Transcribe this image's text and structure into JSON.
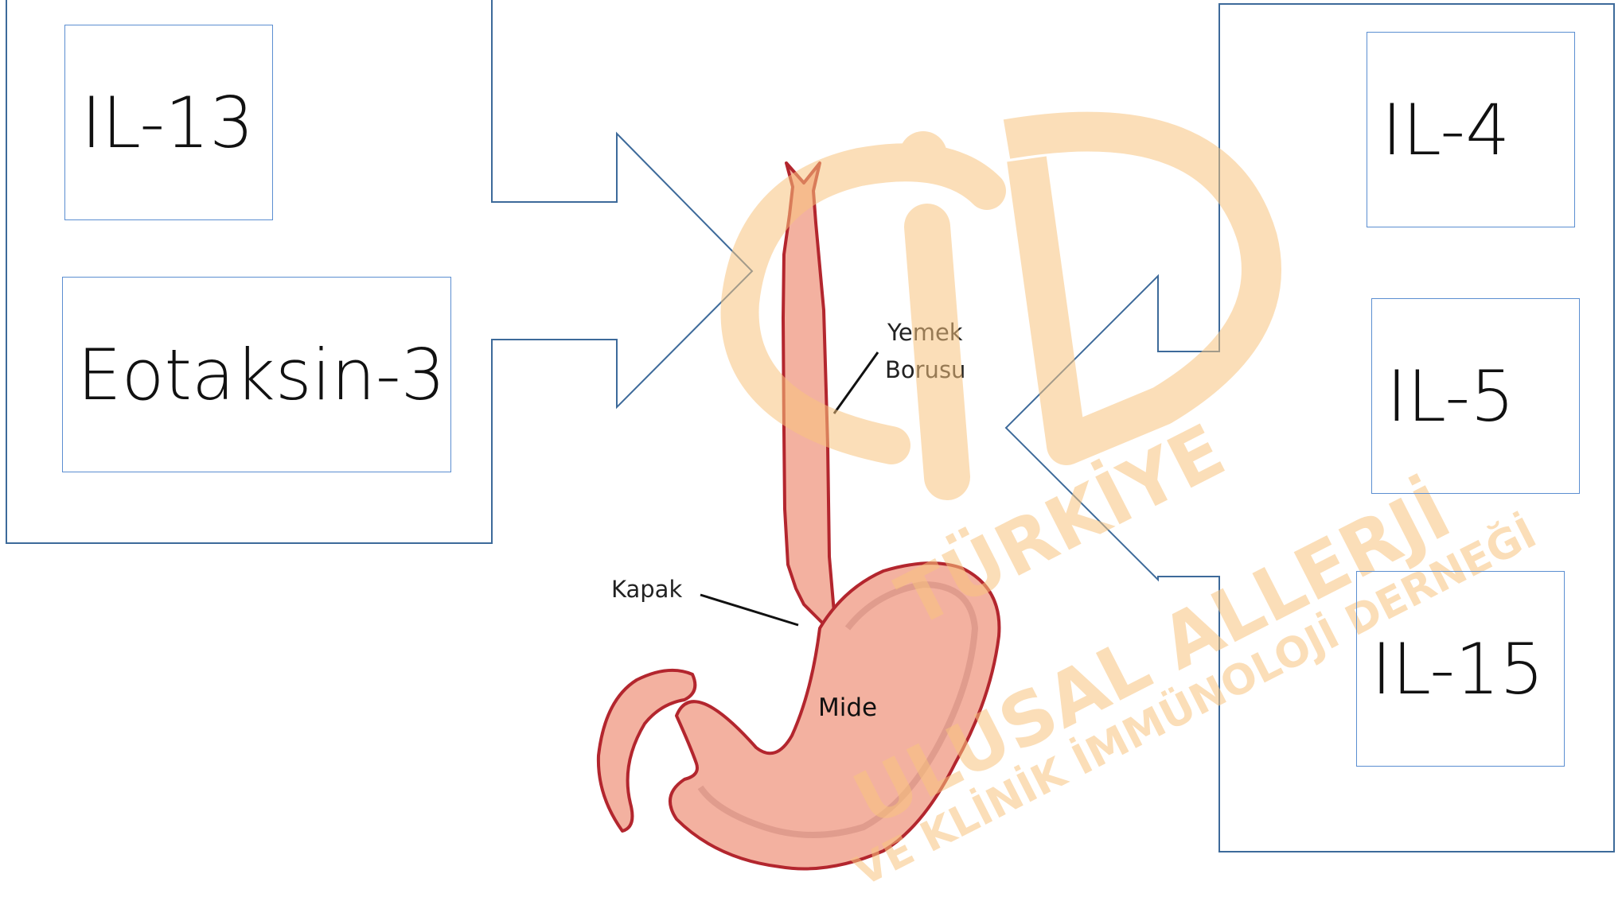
{
  "left_group": {
    "items": [
      {
        "label": "IL-13"
      },
      {
        "label": "Eotaksin-3"
      }
    ]
  },
  "right_group": {
    "items": [
      {
        "label": "IL-4"
      },
      {
        "label": "IL-5"
      },
      {
        "label": "IL-15"
      }
    ]
  },
  "anatomy": {
    "esophagus_label_line1": "Yemek",
    "esophagus_label_line2": "Borusu",
    "valve_label": "Kapak",
    "stomach_label": "Mide"
  },
  "watermark": {
    "logo_text": "AİD",
    "line1": "TÜRKİYE",
    "line2": "ULUSAL ALLERJİ",
    "line3": "VE KLİNİK İMMÜNOLOJİ DERNEĞİ"
  },
  "colors": {
    "box_border": "#5b8ed1",
    "arrow_stroke": "#3d6a9a",
    "stomach_fill": "#f3b1a0",
    "stomach_stroke": "#b3262e",
    "watermark": "#f7c47f"
  }
}
